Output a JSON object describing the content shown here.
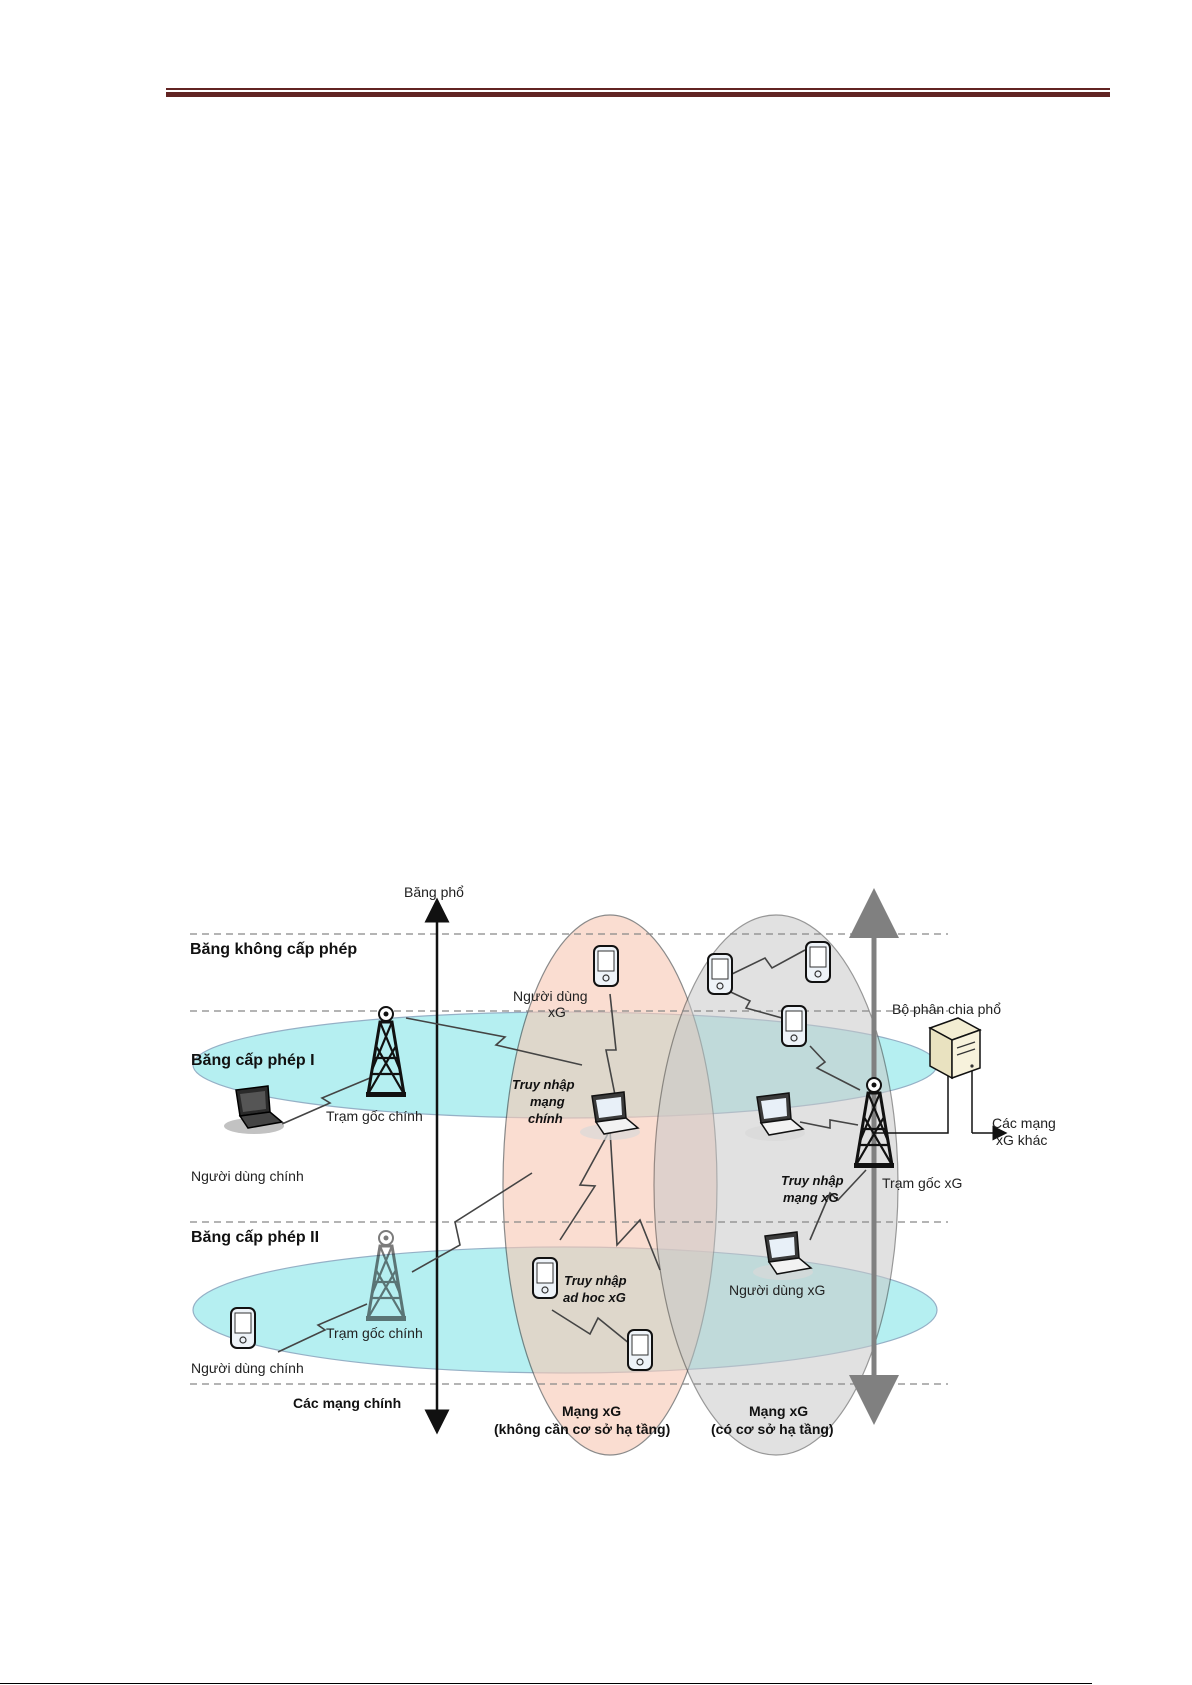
{
  "diagram": {
    "axis_label": "Băng phổ",
    "bands": {
      "unlicensed": "Băng không cấp phép",
      "licensed_1": "Băng cấp phép I",
      "licensed_2": "Băng cấp phép II",
      "primary_networks": "Các mạng chính"
    },
    "labels": {
      "xg_user_top_1": "Người dùng",
      "xg_user_top_2": "xG",
      "primary_access_1": "Truy nhập",
      "primary_access_2": "mạng",
      "primary_access_3": "chính",
      "adhoc_access_1": "Truy nhập",
      "adhoc_access_2": "ad hoc xG",
      "xg_access_1": "Truy nhập",
      "xg_access_2": "mạng xG",
      "primary_bs_1": "Trạm gốc chính",
      "primary_bs_2": "Trạm gốc chính",
      "primary_user_1": "Người dùng chính",
      "primary_user_2": "Người dùng chính",
      "spectrum_broker": "Bộ phân chia phổ",
      "other_nets_1": "Các mạng",
      "other_nets_2": "xG khác",
      "xg_bs": "Trạm gốc xG",
      "xg_user_right": "Người dùng xG",
      "xg_net_adhoc_1": "Mạng xG",
      "xg_net_adhoc_2": "(không cần cơ sở hạ tầng)",
      "xg_net_infra_1": "Mạng xG",
      "xg_net_infra_2": "(có cơ sở hạ tầng)"
    },
    "colors": {
      "header_rule": "#622423",
      "adhoc_ellipse": "#f8c9b5",
      "infra_ellipse": "#d3d3d3",
      "band_ellipse": "#aeeef0"
    }
  }
}
